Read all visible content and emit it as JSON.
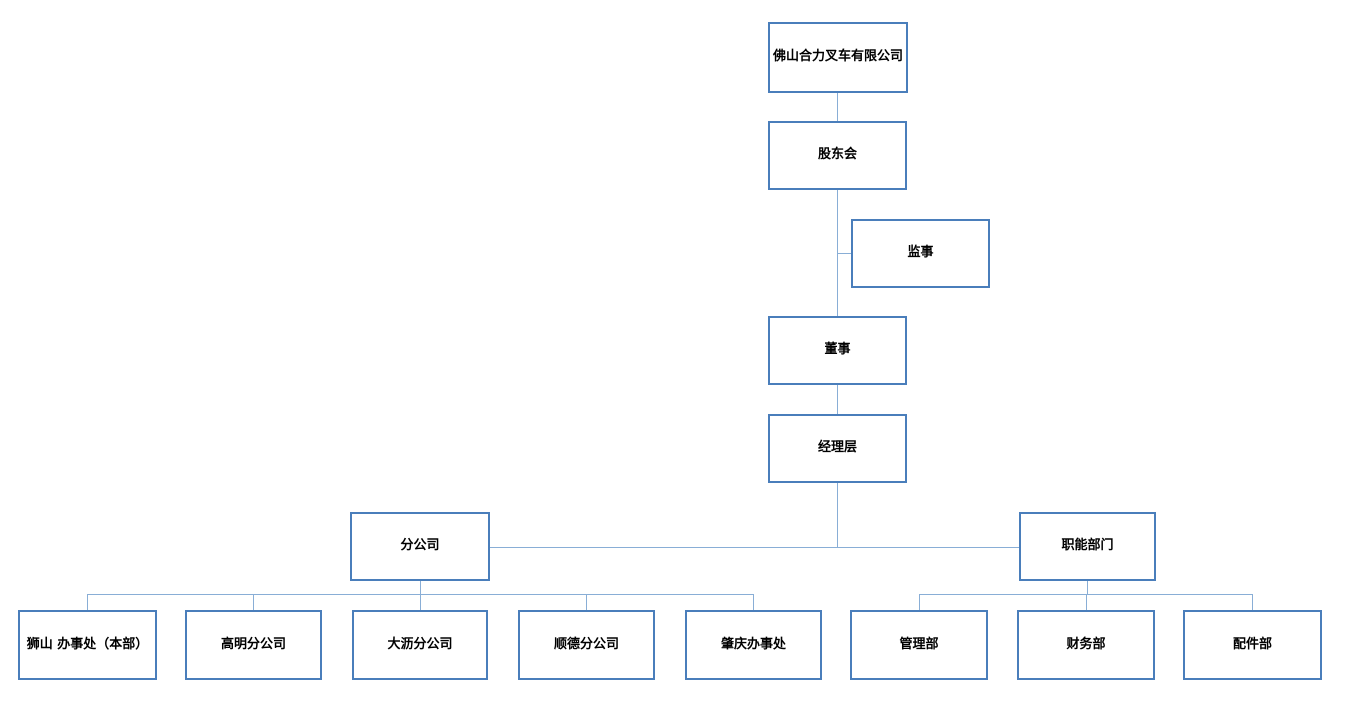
{
  "org_chart": {
    "nodes": {
      "company": {
        "label": "佛山合力叉车有限公司"
      },
      "shareholders": {
        "label": "股东会"
      },
      "supervisor": {
        "label": "监事"
      },
      "board": {
        "label": "董事"
      },
      "management": {
        "label": "经理层"
      },
      "branches": {
        "label": "分公司"
      },
      "functional": {
        "label": "职能部门"
      },
      "shishan": {
        "label": "狮山 办事处（本部）"
      },
      "gaoming": {
        "label": "高明分公司"
      },
      "dali": {
        "label": "大沥分公司"
      },
      "shunde": {
        "label": "顺德分公司"
      },
      "zhaoqing": {
        "label": "肇庆办事处"
      },
      "admin": {
        "label": "管理部"
      },
      "finance": {
        "label": "财务部"
      },
      "parts": {
        "label": "配件部"
      }
    },
    "edges": [
      [
        "company",
        "shareholders"
      ],
      [
        "shareholders",
        "supervisor"
      ],
      [
        "shareholders",
        "board"
      ],
      [
        "board",
        "management"
      ],
      [
        "management",
        "branches"
      ],
      [
        "management",
        "functional"
      ],
      [
        "branches",
        "shishan"
      ],
      [
        "branches",
        "gaoming"
      ],
      [
        "branches",
        "dali"
      ],
      [
        "branches",
        "shunde"
      ],
      [
        "branches",
        "zhaoqing"
      ],
      [
        "functional",
        "admin"
      ],
      [
        "functional",
        "finance"
      ],
      [
        "functional",
        "parts"
      ]
    ],
    "colors": {
      "box_border": "#4a7ebb",
      "connector": "#89aed6",
      "text": "#000000",
      "background": "#ffffff"
    }
  }
}
